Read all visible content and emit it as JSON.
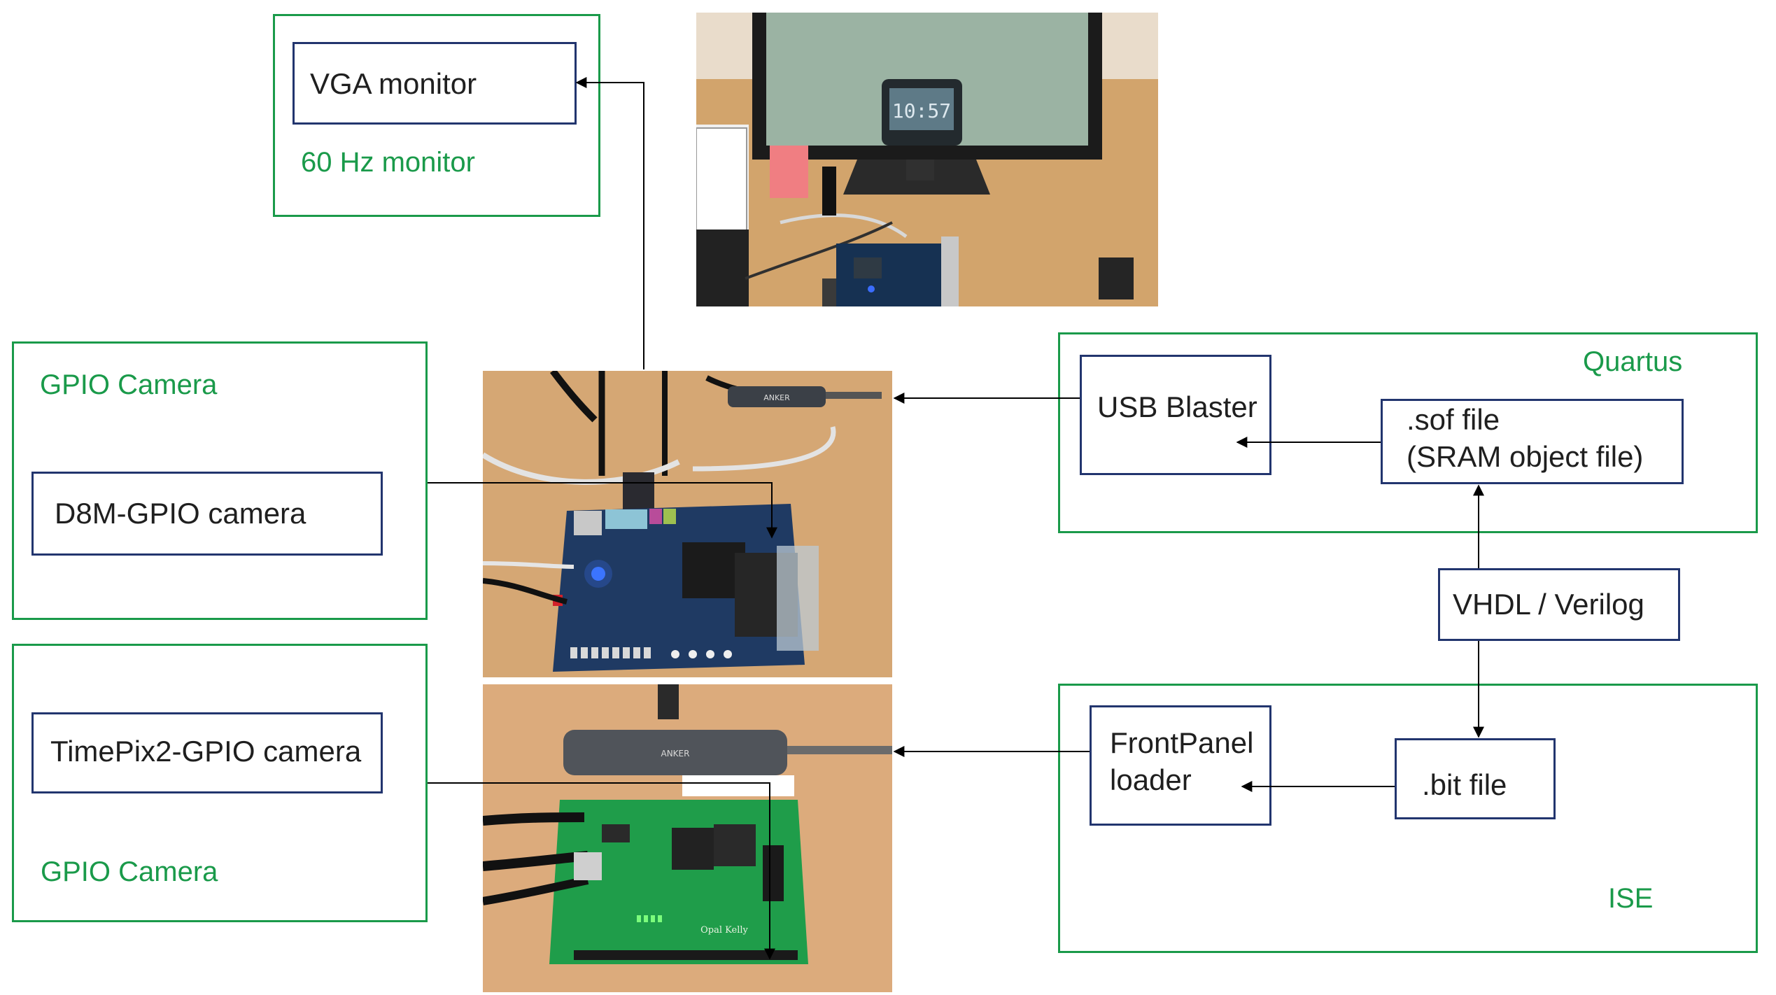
{
  "vga": {
    "label": "VGA monitor",
    "caption": "60 Hz monitor"
  },
  "gpio_top": {
    "caption": "GPIO Camera",
    "device": "D8M-GPIO camera"
  },
  "gpio_bottom": {
    "caption": "GPIO Camera",
    "device": "TimePix2-GPIO camera"
  },
  "quartus": {
    "caption": "Quartus",
    "programmer": "USB Blaster",
    "file_line1": ".sof file",
    "file_line2": "(SRAM object file)"
  },
  "hdl": {
    "label": "VHDL / Verilog"
  },
  "ise": {
    "caption": "ISE",
    "loader_line1": "FrontPanel",
    "loader_line2": "loader",
    "file": ".bit file"
  },
  "photos": {
    "monitor_clock": "10:57",
    "hub_brand_top": "ANKER",
    "hub_brand_bottom": "ANKER",
    "board_brand": "Opal Kelly"
  },
  "colors": {
    "green": "#1a9a4a",
    "navy": "#22356e",
    "arrow": "#000000"
  }
}
